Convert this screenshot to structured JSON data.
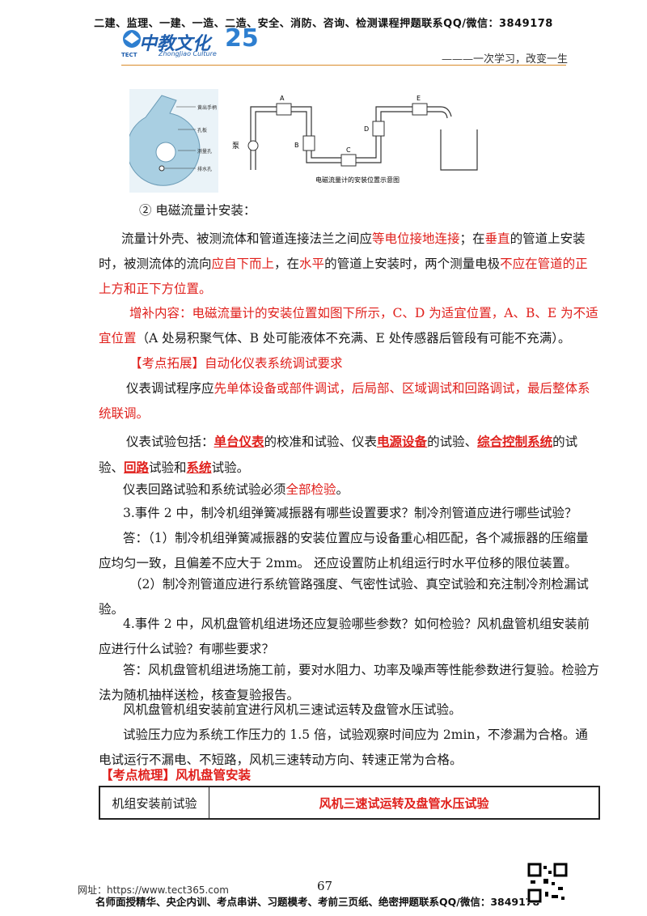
{
  "header": {
    "top_line": "二建、监理、一建、一造、二造、安全、消防、咨询、检测课程押题联系QQ/微信：3849178",
    "logo_main": "中教文化",
    "logo_sub": "ZhongJiao Culture",
    "logo_tect": "TECT",
    "logo_anniv": "25",
    "slogan": "———一次学习，改变一生"
  },
  "figure": {
    "left_labels": [
      "黄出手柄",
      "孔板",
      "测量孔",
      "排水孔"
    ],
    "pipe_labels": [
      "A",
      "B",
      "C",
      "D",
      "E"
    ],
    "pump_label": "泵",
    "caption": "电磁流量计的安装位置示意图"
  },
  "paragraphs": {
    "p1": "② 电磁流量计安装：",
    "p2_a": "流量计外壳、被测流体和管道连接法兰之间应",
    "p2_b": "等电位接地连接",
    "p2_c": "；在",
    "p2_d": "垂直",
    "p2_e": "的管道上安装时，被测流体的流向",
    "p2_f": "应自下而上",
    "p2_g": "，在",
    "p2_h": "水平",
    "p2_i": "的管道上安装时，两个测量电极",
    "p2_j": "不应在管道的正上方和正下方位置。",
    "p3_a": "增补内容",
    "p3_b": "：电磁流量计的安装位置如图下所示，",
    "p3_c": "C、D 为适宜位置，A、B、E 为不适宜位置",
    "p3_d": "（A 处易积聚气体、B 处可能液体不充满、E 处传感器后管段有可能不充满）。",
    "p4": "【考点拓展】自动化仪表系统调试要求",
    "p5_a": "仪表调试程序应",
    "p5_b": "先单体设备或部件调试，后局部、区域调试和回路调试，最后整体系统联调。",
    "p6_a": "仪表试验包括：",
    "p6_b": "单台仪表",
    "p6_c": "的校准和试验、仪表",
    "p6_d": "电源设备",
    "p6_e": "的试验、",
    "p6_f": "综合控制系统",
    "p6_g": "的试验、",
    "p6_h": "回路",
    "p6_i": "试验和",
    "p6_j": "系统",
    "p6_k": "试验。",
    "p7_a": "仪表回路试验和系统试验必须",
    "p7_b": "全部检验",
    "p7_c": "。",
    "p8": "3.事件 2 中，制冷机组弹簧减振器有哪些设置要求？制冷剂管道应进行哪些试验？",
    "p9": "答：（1）制冷机组弹簧减振器的安装位置应与设备重心相匹配，各个减振器的压缩量应均匀一致，且偏差不应大于 2mm。 还应设置防止机组运行时水平位移的限位装置。",
    "p10": "（2）制冷剂管道应进行系统管路强度、气密性试验、真空试验和充注制冷剂检漏试验。",
    "p11": "4.事件 2 中，风机盘管机组进场还应复验哪些参数？如何检验？风机盘管机组安装前应进行什么试验？有哪些要求？",
    "p12": "答：风机盘管机组进场施工前，要对水阻力、功率及噪声等性能参数进行复验。检验方法为随机抽样送检，核查复验报告。",
    "p13": "风机盘管机组安装前宜进行风机三速试运转及盘管水压试验。",
    "p14": "试验压力应为系统工作压力的 1.5 倍，试验观察时间应为 2min，不渗漏为合格。通电试运行不漏电、不短路，风机三速转动方向、转速正常为合格。",
    "p15": "【考点梳理】风机盘管安装"
  },
  "table": {
    "col1": "机组安装前试验",
    "col2": "风机三速试运转及盘管水压试验"
  },
  "footer": {
    "url": "网址：https://www.tect365.com",
    "page": "67",
    "main": "名师面授精华、央企内训、考点串讲、习题模考、考前三页纸、绝密押题联系QQ/微信：3849178"
  },
  "colors": {
    "accent_red": "#e0201c",
    "brand_blue": "#1f5fae",
    "rule": "#d98c2a"
  }
}
